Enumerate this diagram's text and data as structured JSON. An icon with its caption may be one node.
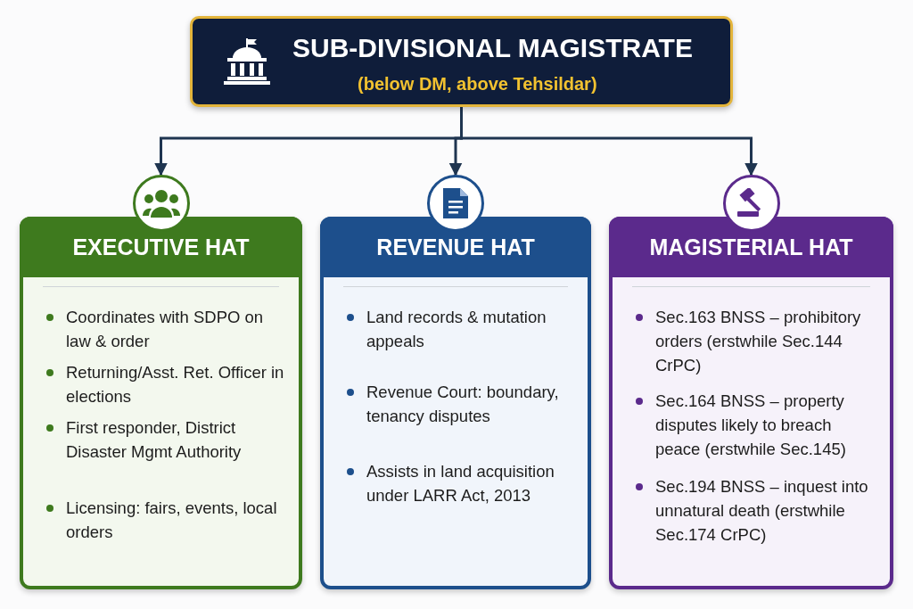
{
  "diagram": {
    "nodes": [
      {
        "text": [
          "SUB-DIVISIONAL MAGISTRATE",
          "(below DM, above Tehsildar)"
        ]
      },
      {
        "text": [
          "EXECUTIVE HAT",
          "Coordinates with SDPO on law & order",
          "Returning/Asst. Ret. Officer in elections",
          "First responder, District Disaster Mgmt Authority",
          "Licensing: fairs, events, local orders"
        ]
      },
      {
        "text": [
          "REVENUE HAT",
          "Land records & mutation appeals",
          "Revenue Court: boundary, tenancy disputes",
          "Assists in land acquisition under LARR Act, 2013"
        ]
      },
      {
        "text": [
          "MAGISTERIAL HAT",
          "Sec.163 BNSS – prohibitory orders (erstwhile Sec.144 CrPC)",
          "Sec.164 BNSS – property disputes likely to breach peace (erstwhile Sec.145)",
          "Sec.194 BNSS – inquest into unnatural death (erstwhile Sec.174 CrPC)"
        ]
      }
    ],
    "edges": [
      {
        "from": 0,
        "to": 1,
        "arrow": "to"
      },
      {
        "from": 0,
        "to": 2,
        "arrow": "to"
      },
      {
        "from": 0,
        "to": 3,
        "arrow": "to"
      }
    ]
  }
}
